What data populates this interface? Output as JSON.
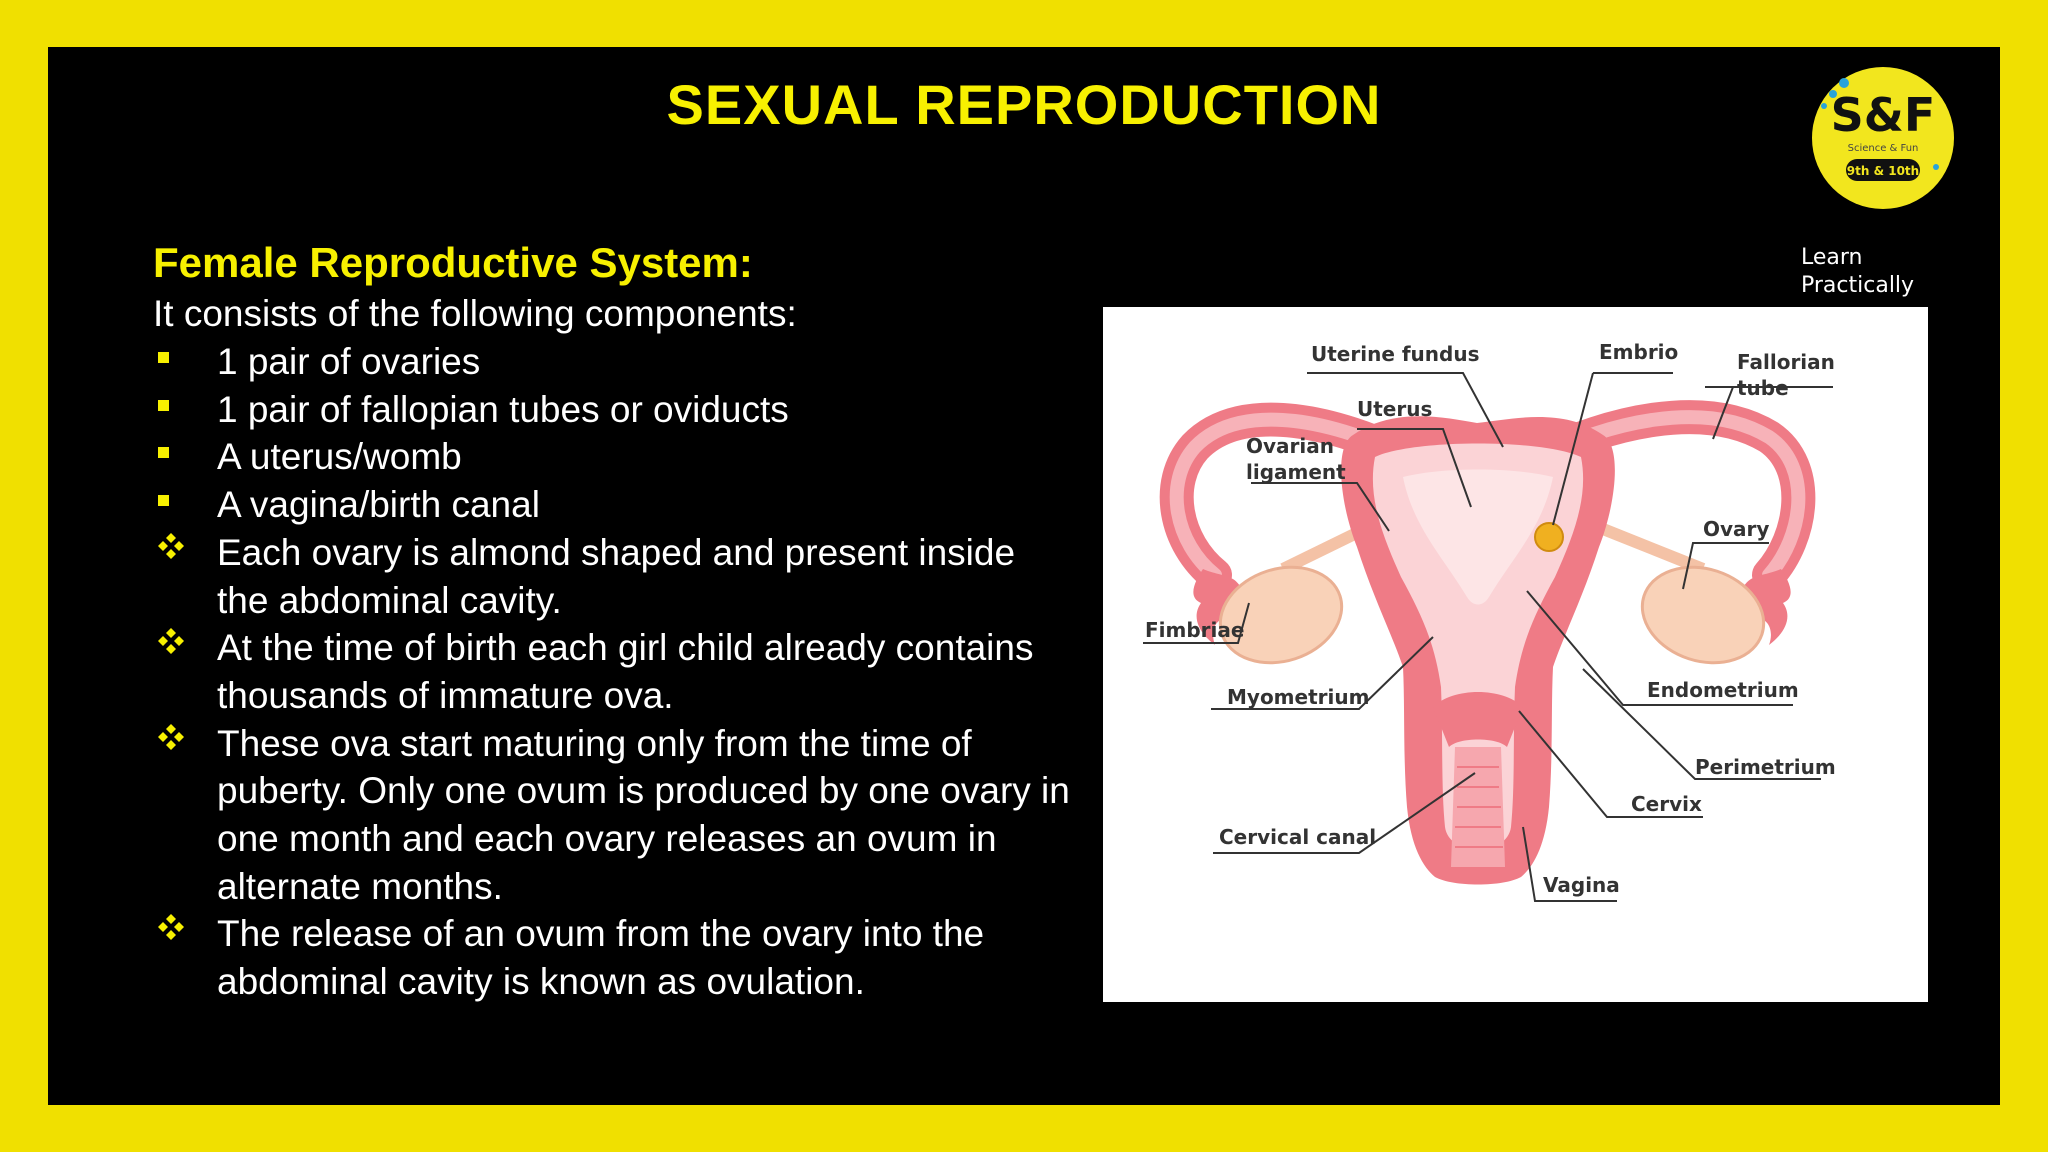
{
  "slide": {
    "title": "SEXUAL REPRODUCTION",
    "subtitle": "Female Reproductive System:",
    "intro": "It consists of the following components:",
    "components": [
      "1 pair of ovaries",
      "1 pair of fallopian tubes or oviducts",
      "A uterus/womb",
      "A vagina/birth canal"
    ],
    "facts": [
      "Each ovary is almond shaped and present inside the abdominal cavity.",
      "At the time of birth each girl child already contains thousands of immature ova.",
      "These ova start maturing only from the time of puberty. Only one ovum is produced by one ovary in one month and each ovary releases an ovum in alternate months.",
      "The release of an ovum from the ovary into the abdominal cavity is known as ovulation."
    ]
  },
  "logo": {
    "letters": "S&F",
    "sub": "Science & Fun",
    "grade": "9th & 10th",
    "tagline_line1": "Learn",
    "tagline_line2": "Practically"
  },
  "diagram": {
    "labels": {
      "uterine_fundus": "Uterine fundus",
      "embrio": "Embrio",
      "fallorian_1": "Fallorian",
      "fallorian_2": "tube",
      "uterus": "Uterus",
      "ovarian_1": "Ovarian",
      "ovarian_2": "ligament",
      "ovary": "Ovary",
      "fimbriae": "Fimbriae",
      "myometrium": "Myometrium",
      "endometrium": "Endometrium",
      "perimetrium": "Perimetrium",
      "cervix": "Cervix",
      "cervical_canal": "Cervical canal",
      "vagina": "Vagina"
    }
  },
  "colors": {
    "frame": "#f0e000",
    "accent": "#f7f000",
    "background": "#000000",
    "text": "#ffffff",
    "tissue_outer": "#ef7b86",
    "tissue_inner": "#fbd3d6",
    "ovary": "#f9d2b8",
    "embryo": "#f0b020"
  }
}
